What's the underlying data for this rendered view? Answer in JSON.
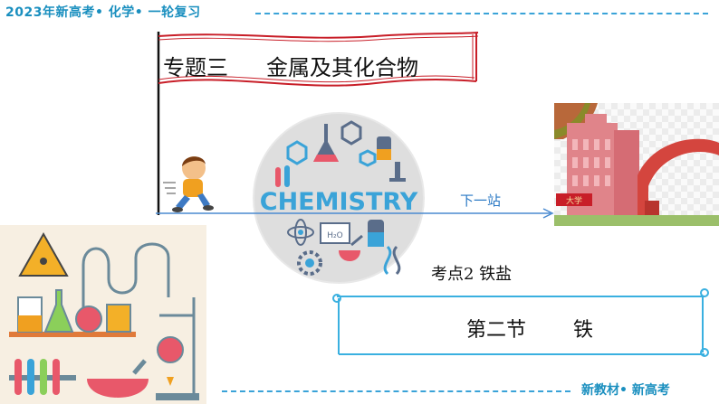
{
  "header": {
    "title": "2023年新高考• 化学• 一轮复习"
  },
  "banner": {
    "topic_number": "专题三",
    "topic_name": "金属及其化合物"
  },
  "chemistry_badge": {
    "word": "CHEMISTRY",
    "formula": "H₂O"
  },
  "route": {
    "next_stop": "下一站"
  },
  "building_sign": {
    "text": "大学"
  },
  "scroll": {
    "point": "考点2   铁盐",
    "chapter": "第二节",
    "subject": "铁"
  },
  "footer": {
    "brand": "新教材• 新高考"
  },
  "colors": {
    "accent_blue": "#1a8fbf",
    "banner_red": "#c81e28",
    "scroll_blue": "#3ab0e0"
  }
}
